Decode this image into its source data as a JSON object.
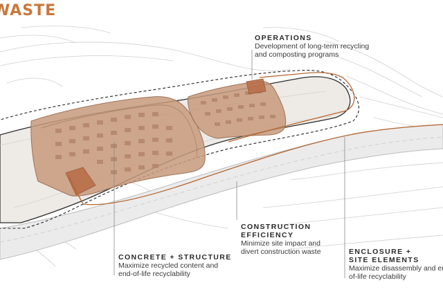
{
  "title": "WASTE",
  "colors": {
    "accent": "#c9783d",
    "building_fill": "#c79a7b",
    "building_dark": "#b86f48",
    "site_outline": "#2b2b2b",
    "road_line": "#b5652f",
    "terrain": "#c8c8c8",
    "leader": "#8a8a8a"
  },
  "callouts": {
    "operations": {
      "heading": "OPERATIONS",
      "line1": "Development of long-term recycling",
      "line2": "and composting programs"
    },
    "construction_efficiency": {
      "heading1": "CONSTRUCTION",
      "heading2": "EFFICIENCY",
      "line1": "Minimize site impact and",
      "line2": "divert construction waste"
    },
    "concrete_structure": {
      "heading": "CONCRETE + STRUCTURE",
      "line1": "Maximize recycled content and",
      "line2": "end-of-life recyclability"
    },
    "enclosure_site": {
      "heading1": "ENCLOSURE +",
      "heading2": "SITE ELEMENTS",
      "line1": "Maximize disassembly and end-",
      "line2": "of-life recyclability"
    }
  }
}
